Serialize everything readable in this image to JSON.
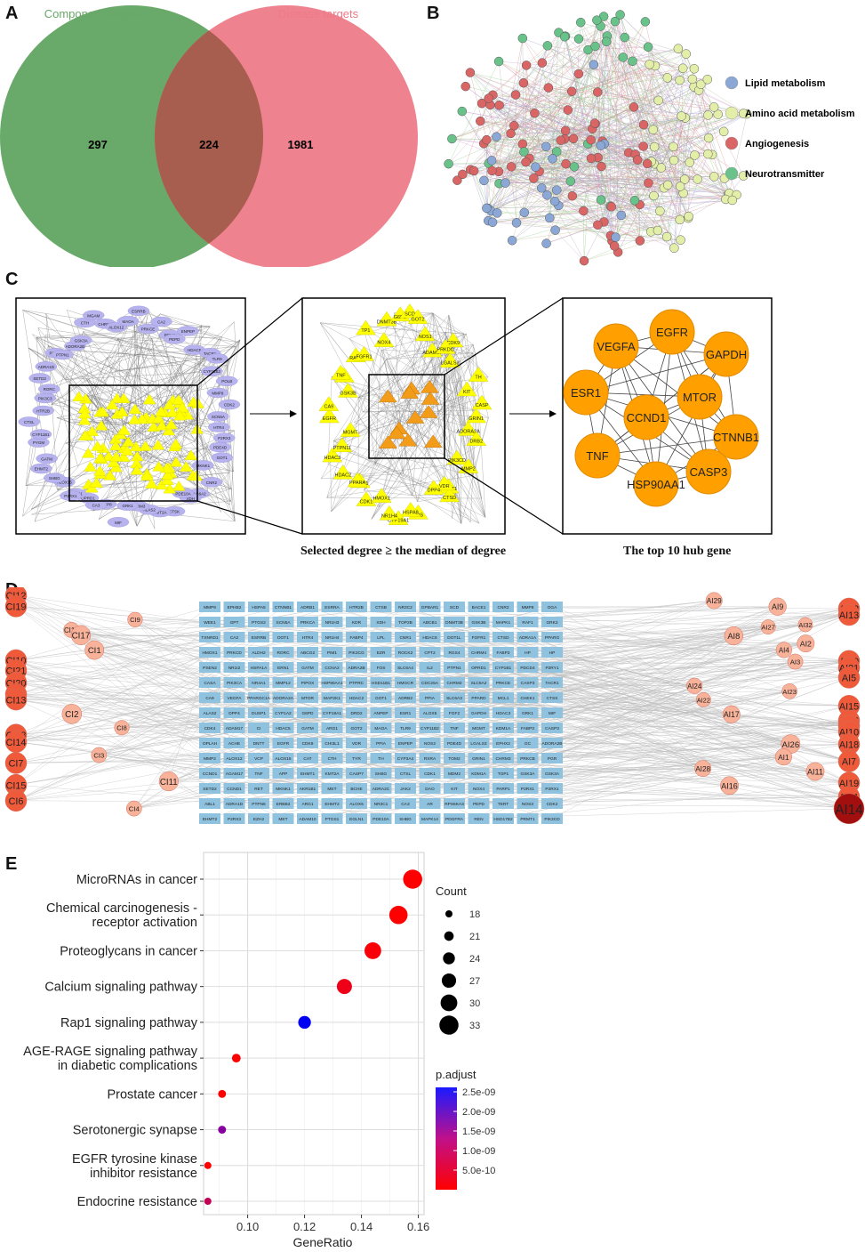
{
  "panels": {
    "a": "A",
    "b": "B",
    "c": "C",
    "d": "D",
    "e": "E"
  },
  "venn": {
    "left_label": "Component targets",
    "right_label": "Disease targets",
    "left_only": "297",
    "overlap": "224",
    "right_only": "1981",
    "colors": {
      "left": "#4f9a4f",
      "right": "#ec7482",
      "overlap": "#a85e4f"
    }
  },
  "ppi_legend": [
    {
      "label": "Lipid metabolism",
      "color": "#8aa7d6"
    },
    {
      "label": "Amino acid metabolism",
      "color": "#e3efa8"
    },
    {
      "label": "Angiogenesis",
      "color": "#d96565"
    },
    {
      "label": "Neurotransmitter",
      "color": "#69c28a"
    }
  ],
  "network_c": {
    "outer_nodes": [
      "SCN5A",
      "HTR4",
      "P2RX3",
      "PDE4D",
      "GOT1",
      "MKNK1",
      "CNR2",
      "SLC6A2",
      "XDH",
      "PDE10A",
      "CTSK",
      "KMT2A",
      "ALAS2",
      "CHRM3",
      "GRK1",
      "MIF",
      "MMP8",
      "CA3",
      "OPRD1",
      "ADRB1",
      "P2RX1",
      "ALOX15",
      "SHBG",
      "EHMT2",
      "GATM",
      "PYGM",
      "CYP11B1",
      "CTSL",
      "HTR2B",
      "PIK3C3",
      "RORC",
      "SETD2",
      "ADRA1D",
      "P2RY1",
      "PTPN1",
      "ADORA2B",
      "GSK3A",
      "CTH",
      "MGAM",
      "CHRM4",
      "ALOX12",
      "MAOA",
      "ESRRB",
      "PRKCE",
      "CA2",
      "BCHE",
      "PEPD",
      "ENPEP",
      "HDAC5",
      "TACR1",
      "TLR9",
      "CYP11B2",
      "POLB",
      "MMP9",
      "CDK2"
    ],
    "mid_nodes": [
      "GRIN1",
      "ADORA2A",
      "DRB2",
      "PIK3CD",
      "MMP2",
      "PRMT1",
      "CTSD",
      "VDR",
      "DPP4",
      "FOS",
      "HSPA8",
      "CYP19A1",
      "NR1H4",
      "HMOX1",
      "CDK1",
      "BACE1",
      "PPARA",
      "HDAC2",
      "HDAC3",
      "PTPN11",
      "MGMT",
      "EGFR",
      "CA9",
      "GSK3B",
      "HP",
      "TNF",
      "RAF1",
      "FGFR1",
      "TP1",
      "NOX4",
      "DNMT3B",
      "G6PD",
      "SCD",
      "GOT2",
      "NOS1",
      "ADAM17",
      "CDK9",
      "PRKDC",
      "LGALS3",
      "TH",
      "KIT",
      "CASP"
    ],
    "hub_nodes": [
      "EGFR",
      "VEGFA",
      "GAPDH",
      "ESR1",
      "MTOR",
      "CCND1",
      "CTNNB1",
      "TNF",
      "CASP3",
      "HSP90AA1"
    ],
    "caption_mid": "Selected degree ≥ the median of degree",
    "caption_hub": "The top 10 hub gene"
  },
  "network_d": {
    "left_nodes": [
      "CI12",
      "CI19",
      "CI9",
      "CI16",
      "CI17",
      "CI1",
      "CI10",
      "CI21",
      "CI20",
      "CI5",
      "CI13",
      "CI2",
      "CI8",
      "CI18",
      "CI14",
      "CI3",
      "CI7",
      "CI11",
      "CI15",
      "CI6",
      "CI4"
    ],
    "right_nodes": [
      "AI29",
      "AI9",
      "AI12",
      "AI13",
      "AI32",
      "AI27",
      "AI8",
      "AI2",
      "AI4",
      "AI3",
      "AI30",
      "AI21",
      "AI5",
      "AI24",
      "AI23",
      "AI22",
      "AI15",
      "AI17",
      "AI25",
      "AI6",
      "AI10",
      "AI18",
      "AI26",
      "AI1",
      "AI7",
      "AI28",
      "AI11",
      "AI19",
      "AI16",
      "AI31",
      "AI20",
      "AI14"
    ],
    "genes": [
      [
        "MMP9",
        "EPHB2",
        "HSPA5",
        "CTNNB1",
        "ADRB1",
        "ESRRA",
        "HTR2B",
        "CTSB",
        "NR3C2",
        "GPBAR1",
        "SCD",
        "BACE1",
        "CNR2",
        "MMP8",
        "OGA"
      ],
      [
        "WEE1",
        "GPT",
        "PTGS2",
        "SCN5A",
        "PRKCA",
        "NR1H3",
        "KDR",
        "XDH",
        "TOP2B",
        "ABCB1",
        "DNMT3B",
        "GSK3B",
        "MAPK1",
        "RAF1",
        "GRK2"
      ],
      [
        "TXNRD1",
        "CA2",
        "ESRRB",
        "DOT1",
        "HTR4",
        "NR1H4",
        "FABP4",
        "LPL",
        "CNR1",
        "HDAC6",
        "DOT1L",
        "FGFR1",
        "CTSD",
        "ADRA1A",
        "PPARG"
      ],
      [
        "HMOX1",
        "PRKCD",
        "ALDH2",
        "RORC",
        "ABCG2",
        "PIM1",
        "PIK3CG",
        "EZR",
        "ROCK2",
        "CPT2",
        "RGS4",
        "CHRM4",
        "FABP3",
        "HP",
        "HP"
      ],
      [
        "PSEN2",
        "NR1I2",
        "HSPA1A",
        "ERN1",
        "GATM",
        "CCNA2",
        "ADRA2B",
        "FOS",
        "SLC6A4",
        "IL2",
        "PTPN1",
        "OPRD1",
        "CYP1B1",
        "PDCD4",
        "P2RY1"
      ],
      [
        "CASA",
        "PIK3CA",
        "NR4A1",
        "MMP12",
        "PIPOX",
        "HSP90AA1",
        "PTPRC",
        "HSD11B1",
        "HMGCR",
        "CDC25A",
        "CHRM2",
        "SLC6A2",
        "PRKCE",
        "CASP3",
        "TACR1"
      ],
      [
        "CA9",
        "VEGFA",
        "PPARGC1A",
        "ADORA2A",
        "MTOR",
        "MAP2K1",
        "HDAC2",
        "GOT1",
        "ADRB2",
        "PPIA",
        "SLC6A3",
        "PPARD",
        "MCL1",
        "CHEK1",
        "CTSS"
      ],
      [
        "ALAS2",
        "DPP4",
        "DUSP1",
        "CYP1A2",
        "G6PD",
        "CYP19A1",
        "DRD2",
        "ANPEP",
        "ESR1",
        "ALOX5",
        "FGF2",
        "GAPDH",
        "HDAC3",
        "GRK1",
        "MIF"
      ],
      [
        "CDK4",
        "ADAM17",
        "CI",
        "HDAC5",
        "GATM",
        "ARG1",
        "GOT2",
        "MAOA",
        "TLR9",
        "CYP11B2",
        "TNF",
        "MGMT",
        "KDM1A",
        "FABP3",
        "CASP3"
      ],
      [
        "OPLAH",
        "ACHE",
        "DNTT",
        "EGFR",
        "CDK9",
        "CHI3L1",
        "VDR",
        "PPIA",
        "ENPEP",
        "NOS2",
        "PDE4D",
        "LGALS3",
        "EPHX2",
        "GC",
        "ADORA2B"
      ],
      [
        "MMP2",
        "ALOX12",
        "VCP",
        "ALOX15",
        "CAT",
        "CTH",
        "TYR",
        "TH",
        "CYP3A4",
        "RXRA",
        "TOM2",
        "GRIN1",
        "CHRM3",
        "PRKCB",
        "PGR"
      ],
      [
        "CCND1",
        "AGAM17",
        "TNF",
        "APP",
        "EHMT1",
        "KMT2A",
        "CASP7",
        "SHBG",
        "CTSL",
        "CDK1",
        "MDM2",
        "KDM1A",
        "TOP1",
        "GSK3A",
        "GSK3A"
      ],
      [
        "SETD2",
        "CCND1",
        "RET",
        "MKNK1",
        "AKR1B1",
        "MET",
        "BCHE",
        "ADRA2C",
        "JAK2",
        "DAO",
        "KIT",
        "NOX4",
        "PARP1",
        "P2RX1",
        "P2RX1"
      ],
      [
        "ABL1",
        "ADRA1D",
        "PTPN6",
        "ERBB2",
        "ARG1",
        "EHMT2",
        "ALOX5",
        "NR3C1",
        "CA3",
        "AR",
        "RPS6KA3",
        "PEPD",
        "TERT",
        "NOS3",
        "CDK2"
      ],
      [
        "EHMT2",
        "P2RX3",
        "EZH2",
        "MET",
        "ADAM10",
        "PTGS1",
        "EGLN1",
        "PDE10A",
        "SHBG",
        "MAPK14",
        "PDGFRA",
        "REN",
        "HSD17B2",
        "PRMT1",
        "PIK3CD"
      ]
    ]
  },
  "chart_data": {
    "type": "scatter",
    "subtype": "dot plot",
    "categories": [
      "MicroRNAs in cancer",
      "Chemical carcinogenesis - receptor activation",
      "Proteoglycans in cancer",
      "Calcium signaling pathway",
      "Rap1 signaling pathway",
      "AGE-RAGE signaling pathway in diabetic complications",
      "Prostate cancer",
      "Serotonergic synapse",
      "EGFR tyrosine kinase inhibitor resistance",
      "Endocrine resistance"
    ],
    "category_lines": [
      [
        "MicroRNAs in cancer"
      ],
      [
        "Chemical carcinogenesis -",
        "receptor activation"
      ],
      [
        "Proteoglycans in cancer"
      ],
      [
        "Calcium signaling pathway"
      ],
      [
        "Rap1 signaling pathway"
      ],
      [
        "AGE-RAGE signaling pathway",
        "in diabetic complications"
      ],
      [
        "Prostate cancer"
      ],
      [
        "Serotonergic synapse"
      ],
      [
        "EGFR tyrosine kinase",
        "inhibitor resistance"
      ],
      [
        "Endocrine resistance"
      ]
    ],
    "gene_ratio": [
      0.158,
      0.153,
      0.144,
      0.134,
      0.12,
      0.096,
      0.091,
      0.091,
      0.086,
      0.086
    ],
    "count": [
      33,
      32,
      30,
      28,
      25,
      20,
      19,
      19,
      18,
      18
    ],
    "p_adjust": [
      2e-10,
      2e-10,
      2.5e-10,
      3.5e-10,
      2.5e-09,
      2e-10,
      2e-10,
      1.3e-09,
      2e-10,
      7.5e-10
    ],
    "xlabel": "GeneRatio",
    "xlim": [
      0.0845,
      0.162
    ],
    "xticks": [
      "0.10",
      "0.12",
      "0.14",
      "0.16"
    ],
    "grid": true,
    "legend_size": {
      "title": "Count",
      "values": [
        "18",
        "21",
        "24",
        "27",
        "30",
        "33"
      ]
    },
    "legend_color": {
      "title": "p.adjust",
      "ticks": [
        "2.5e-09",
        "2.0e-09",
        "1.5e-09",
        "1.0e-09",
        "5.0e-10"
      ],
      "low_color": "#ff0000",
      "high_color": "#0000ff"
    }
  }
}
